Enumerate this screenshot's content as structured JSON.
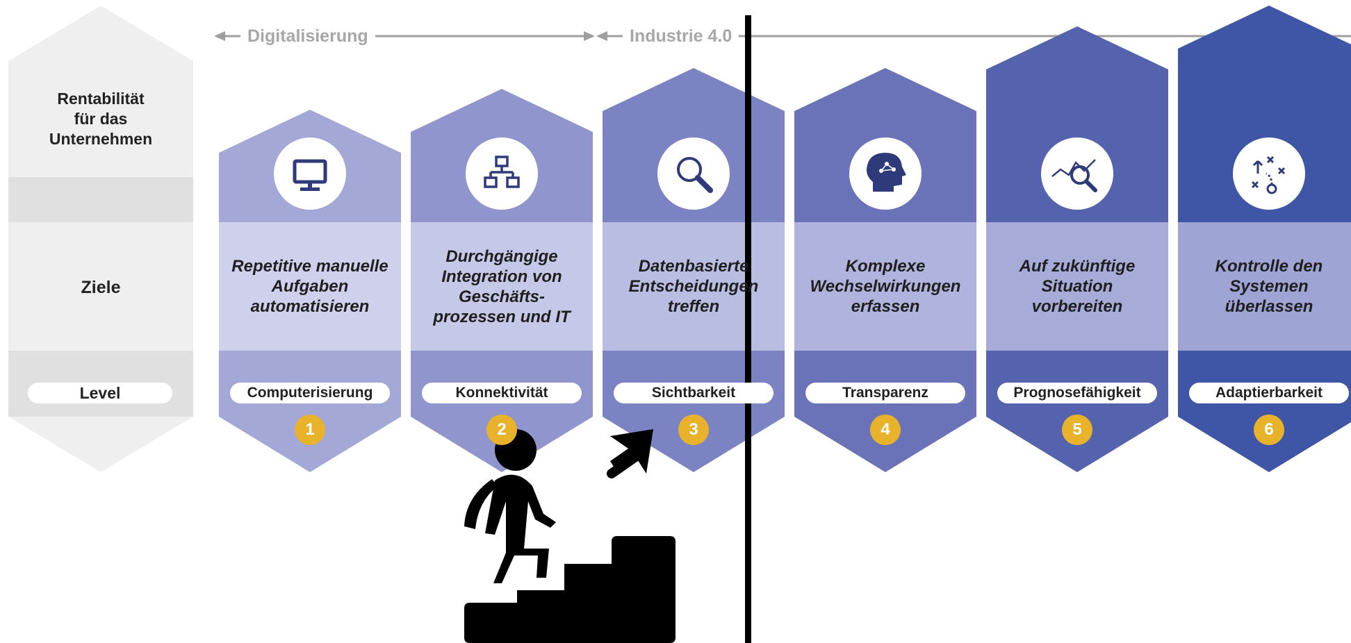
{
  "phases": {
    "left": "Digitalisierung",
    "right": "Industrie 4.0"
  },
  "row_labels": {
    "top": "Rentabilität\nfür das\nUnternehmen",
    "goals": "Ziele",
    "level": "Level"
  },
  "stages": [
    {
      "number": "1",
      "level": "Computerisierung",
      "goal": "Repetitive manuelle\nAufgaben\nautomatisieren",
      "icon": "monitor-icon",
      "color": "#a4a8d7",
      "goal_bg": "#cfd1ec"
    },
    {
      "number": "2",
      "level": "Konnektivität",
      "goal": "Durchgängige\nIntegration von\nGeschäfts-\nprozessen und IT",
      "icon": "network-icon",
      "color": "#9095cd",
      "goal_bg": "#c5c8e7"
    },
    {
      "number": "3",
      "level": "Sichtbarkeit",
      "goal": "Datenbasierte\nEntscheidungen\ntreffen",
      "icon": "magnifier-icon",
      "color": "#7c83c3",
      "goal_bg": "#b9bde2"
    },
    {
      "number": "4",
      "level": "Transparenz",
      "goal": "Komplexe\nWechselwirkungen\nerfassen",
      "icon": "brain-head-icon",
      "color": "#6a72b8",
      "goal_bg": "#afb3dd"
    },
    {
      "number": "5",
      "level": "Prognosefähigkeit",
      "goal": "Auf zukünftige\nSituation\nvorbereiten",
      "icon": "trend-magnifier-icon",
      "color": "#5563ae",
      "goal_bg": "#a6abd8"
    },
    {
      "number": "6",
      "level": "Adaptierbarkeit",
      "goal": "Kontrolle den\nSystemen\nüberlassen",
      "icon": "strategy-icon",
      "color": "#3f55a5",
      "goal_bg": "#9ea4d4"
    }
  ],
  "colors": {
    "label_column": "#efefef",
    "label_band": "#e0e0e0",
    "badge": "#e8b32a",
    "overlay": "#000000"
  },
  "overlay_icon": "person-climbing-stairs-icon"
}
